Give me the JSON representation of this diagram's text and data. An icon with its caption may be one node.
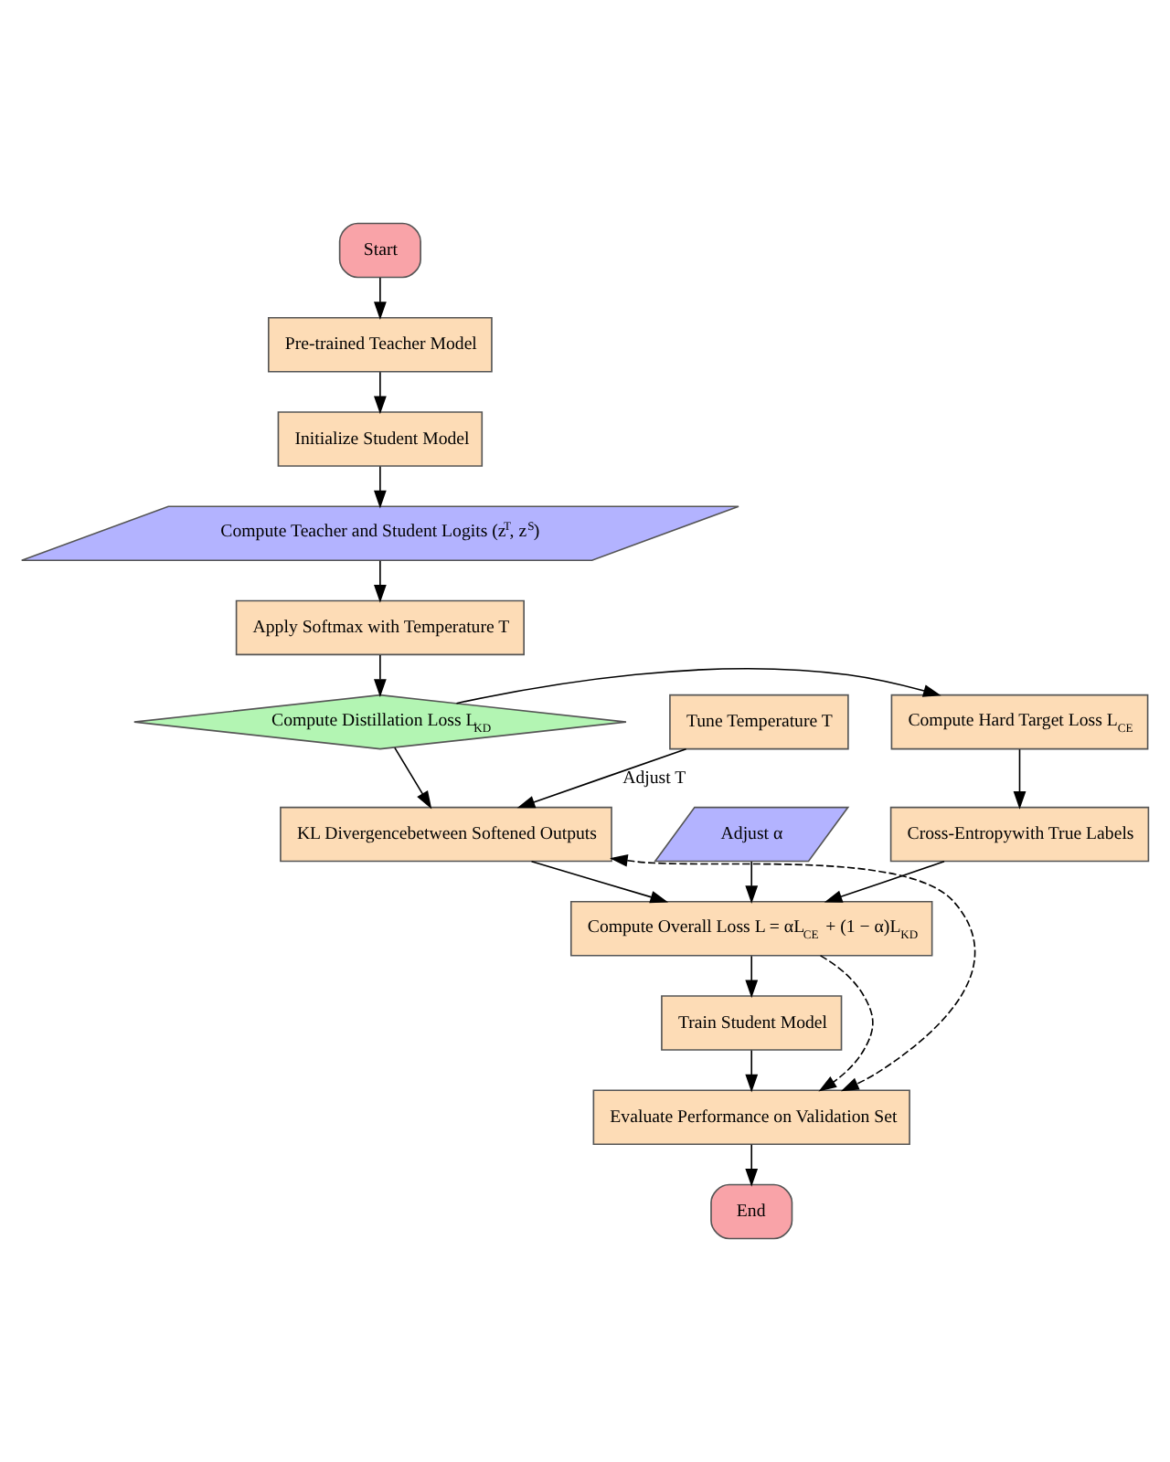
{
  "diagram": {
    "nodes": [
      {
        "text": [
          "Start"
        ]
      },
      {
        "text": [
          "Pre-trained Teacher Model"
        ]
      },
      {
        "text": [
          "Initialize Student Model"
        ]
      },
      {
        "text": [
          "Compute Teacher and Student Logits (z$^{T}$, z$^{S}$)"
        ]
      },
      {
        "text": [
          "Apply Softmax with Temperature T"
        ]
      },
      {
        "text": [
          "Compute Distillation Loss L$_{KD}$"
        ]
      },
      {
        "text": [
          "Compute Hard Target Loss L$_{CE}$"
        ]
      },
      {
        "text": [
          "Cross-Entropywith True Labels"
        ]
      },
      {
        "text": [
          "KL Divergencebetween Softened Outputs"
        ]
      },
      {
        "text": [
          "Tune Temperature T"
        ]
      },
      {
        "text": [
          "Compute Overall Loss L = αL$_{CE}$ + (1 − α)L$_{KD}$"
        ]
      },
      {
        "text": [
          "Adjust α"
        ]
      },
      {
        "text": [
          "Train Student Model"
        ]
      },
      {
        "text": [
          "Evaluate Performance on Validation Set"
        ]
      },
      {
        "text": [
          "End"
        ]
      }
    ],
    "edges": [
      {
        "from": 0,
        "to": 1,
        "arrow": "to"
      },
      {
        "from": 1,
        "to": 2,
        "arrow": "to"
      },
      {
        "from": 2,
        "to": 3,
        "arrow": "to"
      },
      {
        "from": 3,
        "to": 4,
        "arrow": "to"
      },
      {
        "from": 4,
        "to": 5,
        "arrow": "to"
      },
      {
        "from": 5,
        "to": 6,
        "arrow": "to"
      },
      {
        "from": 6,
        "to": 7,
        "arrow": "to"
      },
      {
        "from": 5,
        "to": 8,
        "arrow": "to"
      },
      {
        "from": 9,
        "to": 8,
        "arrow": "to",
        "label": "Adjust T"
      },
      {
        "from": 7,
        "to": 10,
        "arrow": "to"
      },
      {
        "from": 8,
        "to": 10,
        "arrow": "to"
      },
      {
        "from": 11,
        "to": 10,
        "arrow": "to"
      },
      {
        "from": 10,
        "to": 12,
        "arrow": "to"
      },
      {
        "from": 12,
        "to": 13,
        "arrow": "to"
      },
      {
        "from": 13,
        "to": 14,
        "arrow": "to"
      },
      {
        "from": 8,
        "to": 13,
        "arrow": "both",
        "style": "dashed"
      },
      {
        "from": 10,
        "to": 13,
        "arrow": "to",
        "style": "dashed"
      }
    ]
  }
}
